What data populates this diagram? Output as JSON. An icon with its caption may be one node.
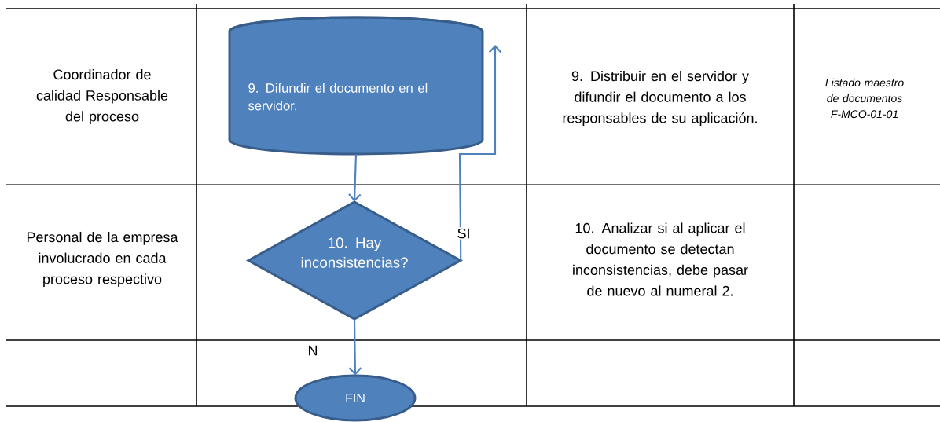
{
  "diagram": {
    "nodes": [
      {
        "text": [
          "9. Difundir el documento en el servidor."
        ]
      },
      {
        "text": [
          "10. Hay inconsistencias?"
        ]
      },
      {
        "text": [
          "FIN"
        ]
      }
    ],
    "edges": [
      {
        "from": 0,
        "to": 1,
        "arrow": "to"
      },
      {
        "from": 1,
        "to": 0,
        "arrow": "to",
        "label": "SI"
      },
      {
        "from": 1,
        "to": 2,
        "arrow": "to",
        "label": "N"
      }
    ],
    "labels": [
      "Coordinador de calidad Responsable del proceso",
      "9. Distribuir en el servidor y difundir el documento a los responsables de su aplicación.",
      "Listado maestro de documentos F-MCO-01-01",
      "Personal de la empresa involucrado en cada proceso respectivo",
      "10. Analizar si al aplicar el documento se detectan inconsistencias, debe  pasar de nuevo  al numeral 2."
    ]
  }
}
